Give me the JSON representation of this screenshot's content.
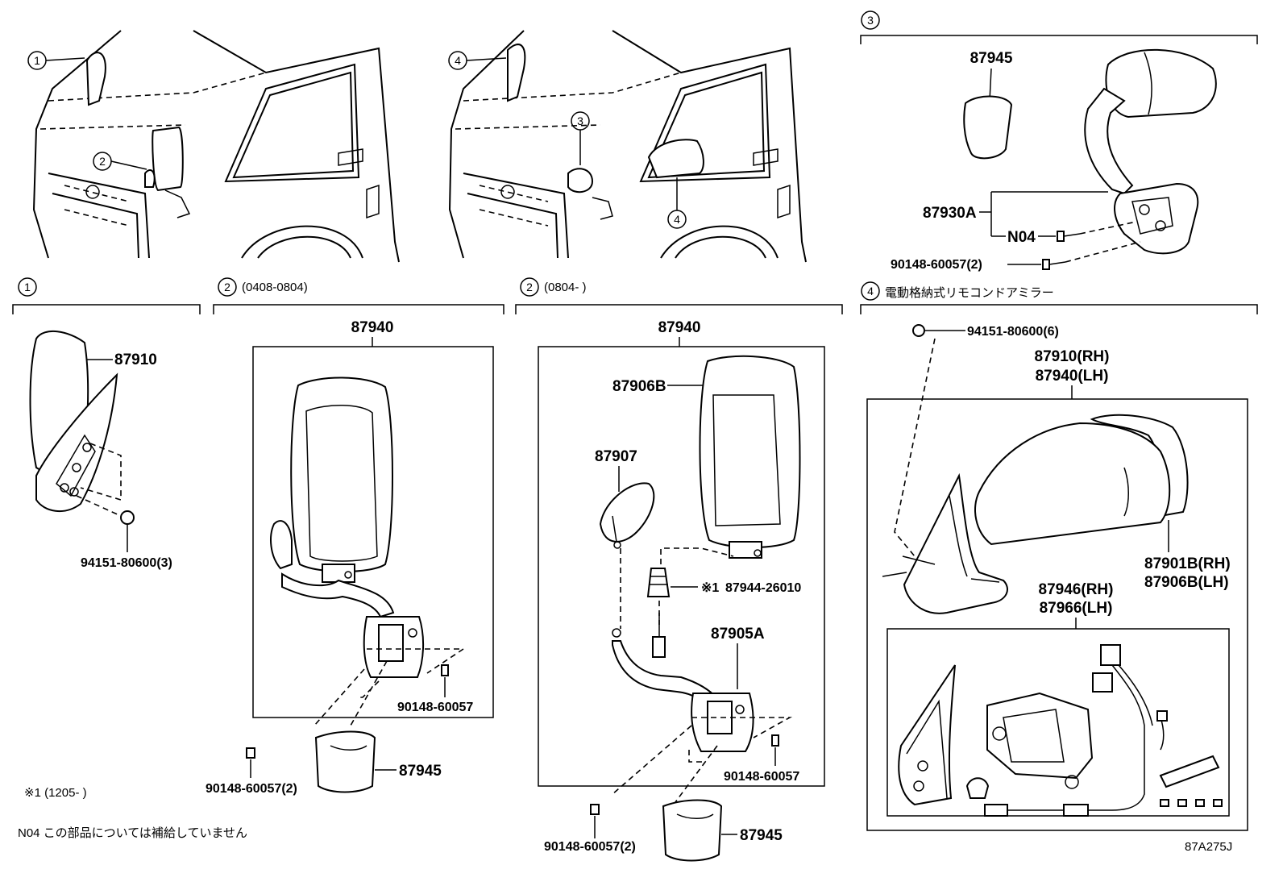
{
  "callouts": [
    "1",
    "2",
    "3",
    "4"
  ],
  "sections": {
    "s3_header": "3",
    "s1_header": "1",
    "s2a_header": "2",
    "s2a_range": "(0408-0804)",
    "s2b_header": "2",
    "s2b_range": "(0804-        )",
    "s4_header": "4",
    "s4_title": "電動格納式リモコンドアミラー"
  },
  "parts": {
    "p87945_s3": "87945",
    "p87930A": "87930A",
    "pN04": "N04",
    "p90148_60057_2_s3": "90148-60057(2)",
    "p87910_s1": "87910",
    "p94151_80600_3": "94151-80600(3)",
    "p87940_a": "87940",
    "p90148_60057_a": "90148-60057",
    "p90148_60057_2_a": "90148-60057(2)",
    "p87945_a": "87945",
    "p87940_b": "87940",
    "p87906B_b": "87906B",
    "p87907": "87907",
    "p87944_26010": "87944-26010",
    "mark1": "※1",
    "p87905A": "87905A",
    "p90148_60057_b": "90148-60057",
    "p90148_60057_2_b": "90148-60057(2)",
    "p87945_b": "87945",
    "p94151_80600_6": "94151-80600(6)",
    "p87910RH": "87910(RH)",
    "p87940LH": "87940(LH)",
    "p87901BRH": "87901B(RH)",
    "p87906BLH": "87906B(LH)",
    "p87946RH": "87946(RH)",
    "p87966LH": "87966(LH)"
  },
  "notes": {
    "footnote1": "※1 (1205-        )",
    "n04_note": "N04 この部品については補給していません",
    "diagram_id": "87A275J"
  }
}
